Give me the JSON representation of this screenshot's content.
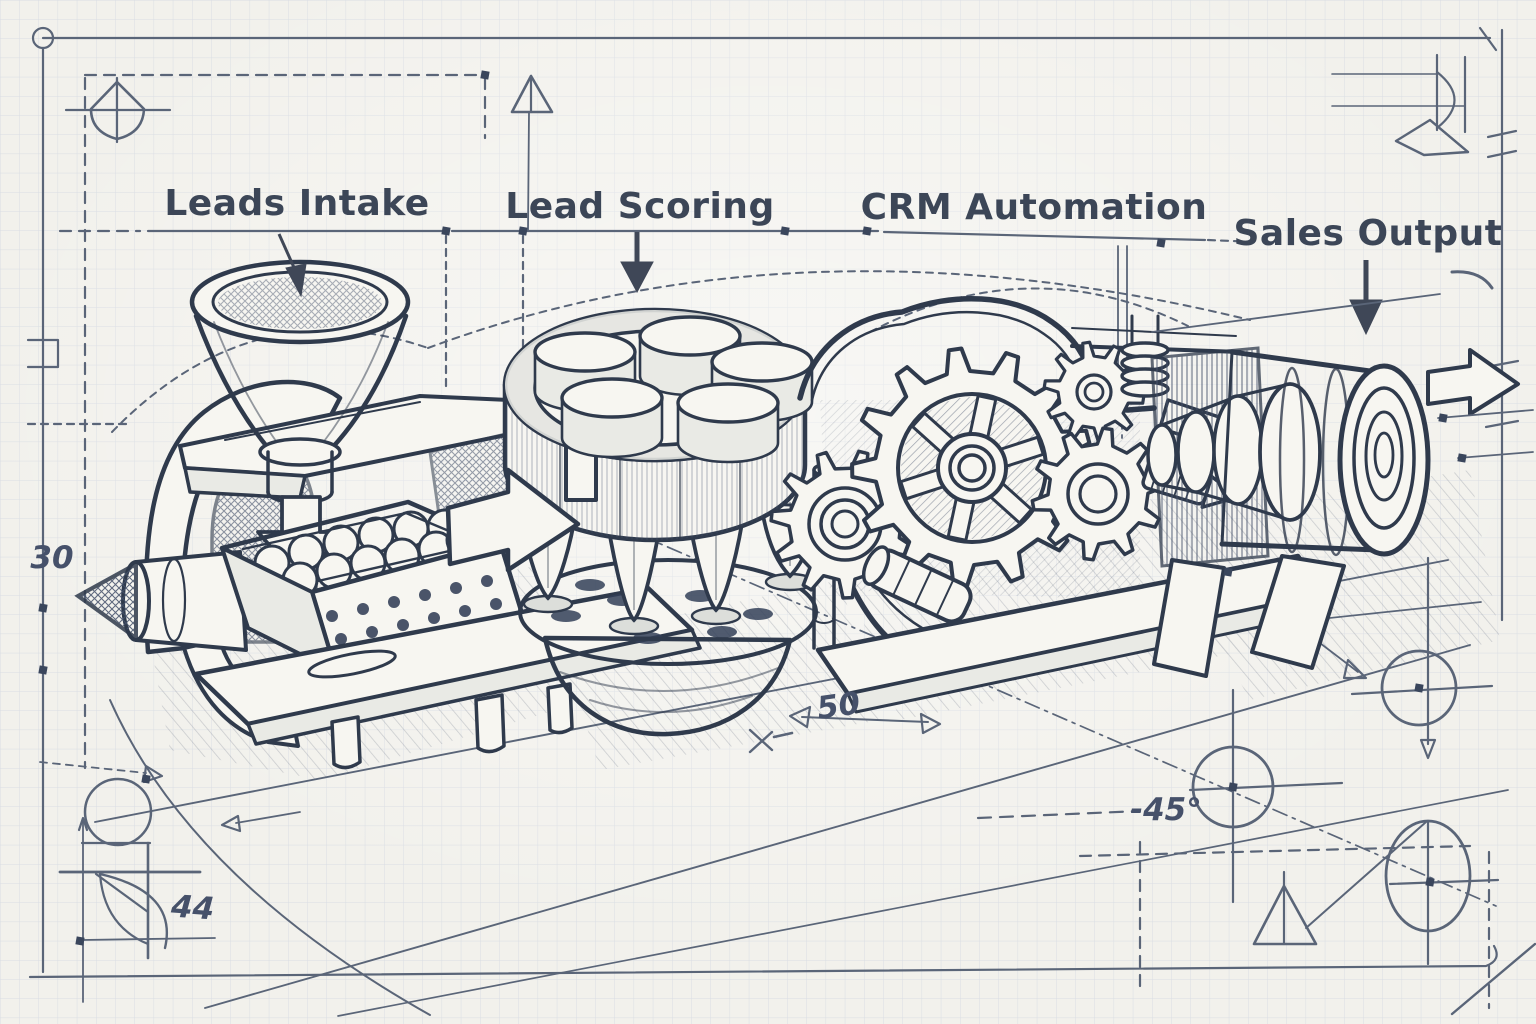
{
  "title": "Sales pipeline blueprint sketch",
  "labels": {
    "leads_intake": "Leads Intake",
    "lead_scoring": "Lead Scoring",
    "crm_automation": "CRM Automation",
    "sales_output": "Sales Output"
  },
  "dimensions": {
    "left_height": "30",
    "base_span": "50",
    "corner_radius": "44",
    "angle": "-45°"
  },
  "colors": {
    "paper": "#f2f1ec",
    "grid": "#d9dde3",
    "ink": "#2f3a4c",
    "construction": "#5a6578",
    "label_text": "#3c4657"
  },
  "symbols": [
    "crosshair-circle-top-left",
    "datum-triangle-top",
    "half-disc-top-right",
    "datum-kite-top-right",
    "circle-bottom-left",
    "radius-construction-44",
    "datum-triangle-bottom-right",
    "crosshair-circle-mid-right",
    "crosshair-circle-angle",
    "crosshair-circle-bottom-right",
    "funnel",
    "ball-tray",
    "scoring-carousel",
    "gear-train",
    "output-barrel",
    "output-arrow"
  ]
}
